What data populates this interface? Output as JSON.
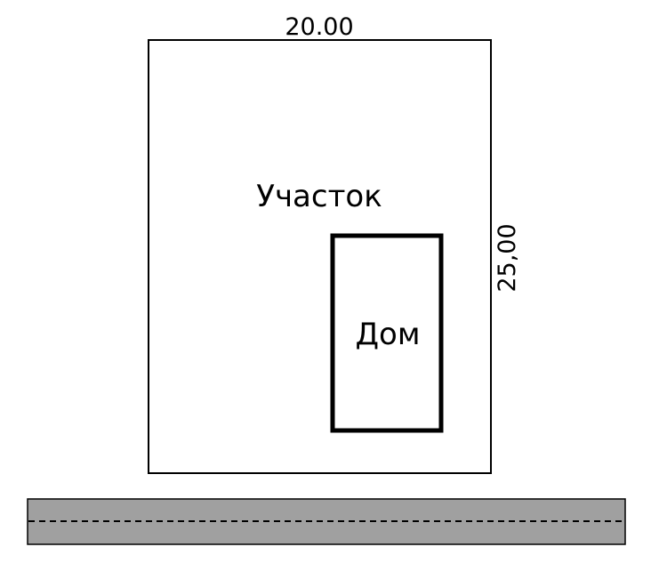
{
  "plot": {
    "label": "Участок",
    "width_label": "20.00",
    "height_label": "25,00"
  },
  "house": {
    "label": "Дом"
  },
  "road": {
    "fill_color": "#a0a0a0",
    "line_color": "#000000"
  }
}
